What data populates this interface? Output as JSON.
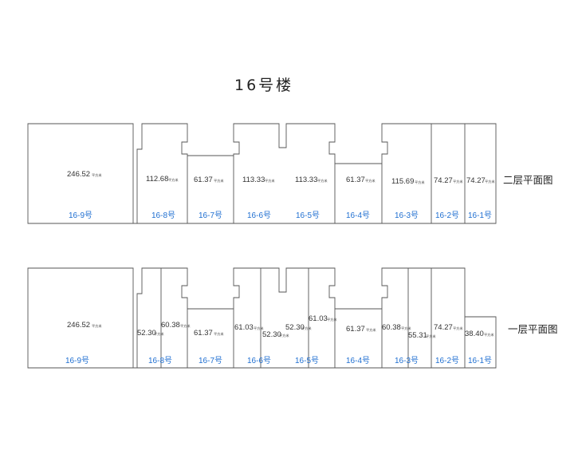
{
  "title": "16号楼",
  "unit_label": "平方米",
  "floors": [
    {
      "name": "二层平面图",
      "areas": [
        "246.52",
        "112.68",
        "61.37",
        "113.33",
        "113.33",
        "61.37",
        "115.69",
        "74.27",
        "74.27"
      ],
      "units": [
        "16-9号",
        "16-8号",
        "16-7号",
        "16-6号",
        "16-5号",
        "16-4号",
        "16-3号",
        "16-2号",
        "16-1号"
      ]
    },
    {
      "name": "一层平面图",
      "areas": [
        "246.52",
        "52.30",
        "60.38",
        "61.37",
        "61.03",
        "52.30",
        "52.30",
        "61.03",
        "61.37",
        "60.38",
        "55.31",
        "74.27",
        "38.40"
      ],
      "units": [
        "16-9号",
        "16-8号",
        "16-7号",
        "16-6号",
        "16-5号",
        "16-4号",
        "16-3号",
        "16-2号",
        "16-1号"
      ]
    }
  ],
  "colors": {
    "unit_label": "#1f6fd1",
    "outline": "#555555",
    "text": "#333333"
  }
}
